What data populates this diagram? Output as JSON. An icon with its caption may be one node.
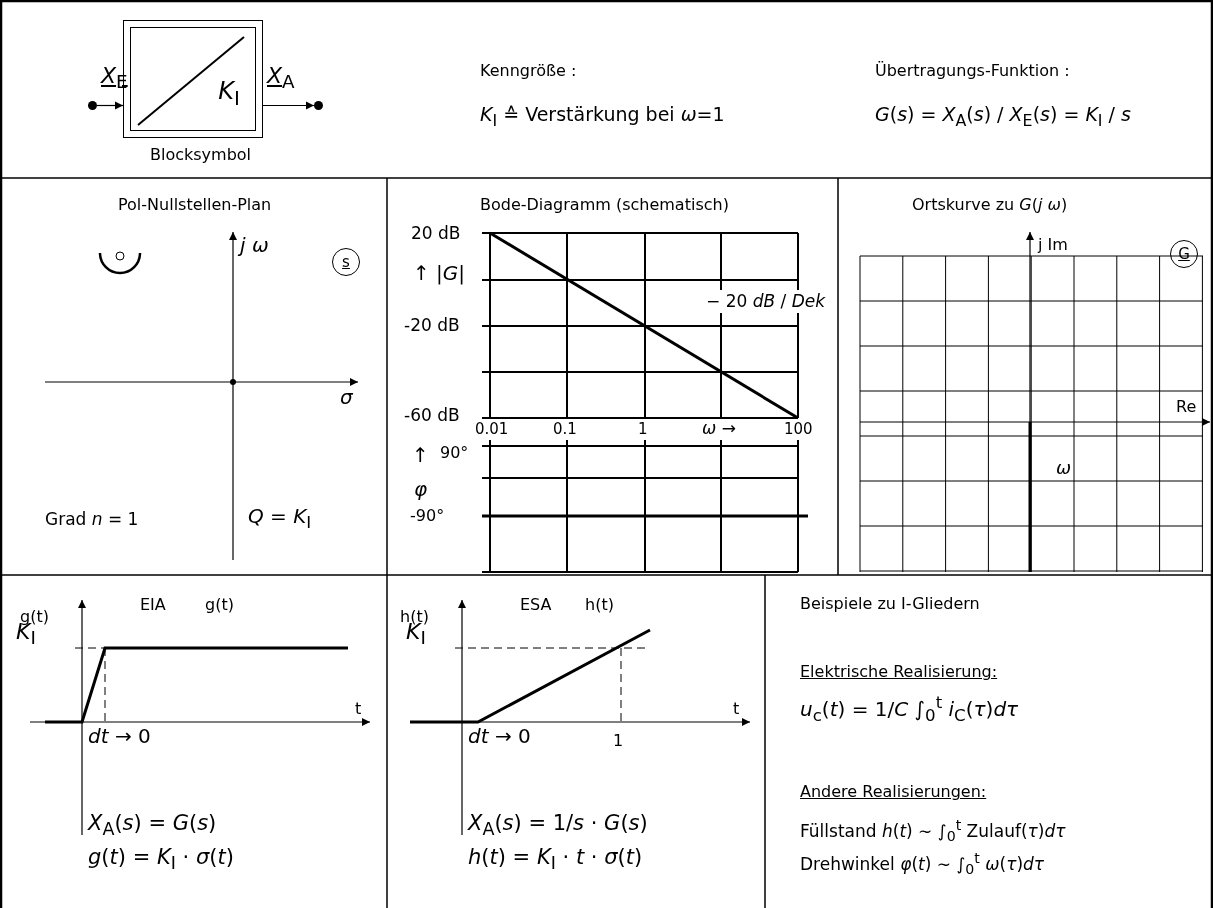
{
  "diagram": {
    "nodes": [
      {
        "text": [],
        "shape": "circle"
      },
      {
        "text": [
          "*K*$_{I}$"
        ],
        "beside": [
          "Blocksymbol"
        ]
      },
      {
        "text": [],
        "shape": "circle"
      }
    ],
    "edges": [
      {
        "from": 0,
        "to": 1,
        "arrow": "to",
        "label": "*X*$_{E}$"
      },
      {
        "from": 1,
        "to": 2,
        "arrow": "to",
        "label": "*X*$_{A}$"
      }
    ],
    "labels": [
      "Kenngröße :",
      "*K*$_{I}$ ≙ Verstärkung bei *ω*=1",
      "Übertragungs-Funktion :",
      "*G*(*s*) = *X*$_{A}$(*s*) / *X*$_{E}$(*s*) = *K*$_{I}$ / *s*",
      "Pol-Nullstellen-Plan",
      "*j ω*",
      "s",
      "*σ*",
      "Grad *n* = 1",
      "*Q* = *K*$_{I}$",
      "Bode-Diagramm (schematisch)",
      "20 dB",
      "↑ |*G*|",
      "-20 dB",
      "-60 dB",
      "− 20 *dB* / *Dek*",
      "0.01",
      "0.1",
      "1",
      "*ω* →",
      "100",
      "↑",
      "90°",
      "*φ*",
      "-90°",
      "Ortskurve zu *G*(*j ω*)",
      "j Im",
      "G",
      "Re",
      "*ω*",
      "g(t)",
      "EIA",
      "g(t)",
      "*K*$_{I}$",
      "*dt* → 0",
      "t",
      "*X*$_{A}$(*s*) = *G*(*s*)",
      "*g*(*t*) = *K*$_{I}$ · *σ*(*t*)",
      "h(t)",
      "ESA",
      "h(t)",
      "*K*$_{I}$",
      "*dt* → 0",
      "1",
      "t",
      "*X*$_{A}$(*s*) = 1/*s* · *G*(*s*)",
      "*h*(*t*) = *K*$_{I}$ · *t* · *σ*(*t*)",
      "Beispiele zu I-Gliedern",
      "Elektrische Realisierung:",
      "*u*$_{c}$(*t*) = 1/*C* ∫$_{0}$$^{t}$ *i*$_{C}$(*τ*)*dτ*",
      "Andere Realisierungen:",
      "Füllstand *h*(*t*) ∼ ∫$_{0}$$^{t}$ Zulauf(*τ*)*dτ*",
      "Drehwinkel *φ*(*t*) ∼ ∫$_{0}$$^{t}$ *ω*(*τ*)*dτ*"
    ]
  }
}
